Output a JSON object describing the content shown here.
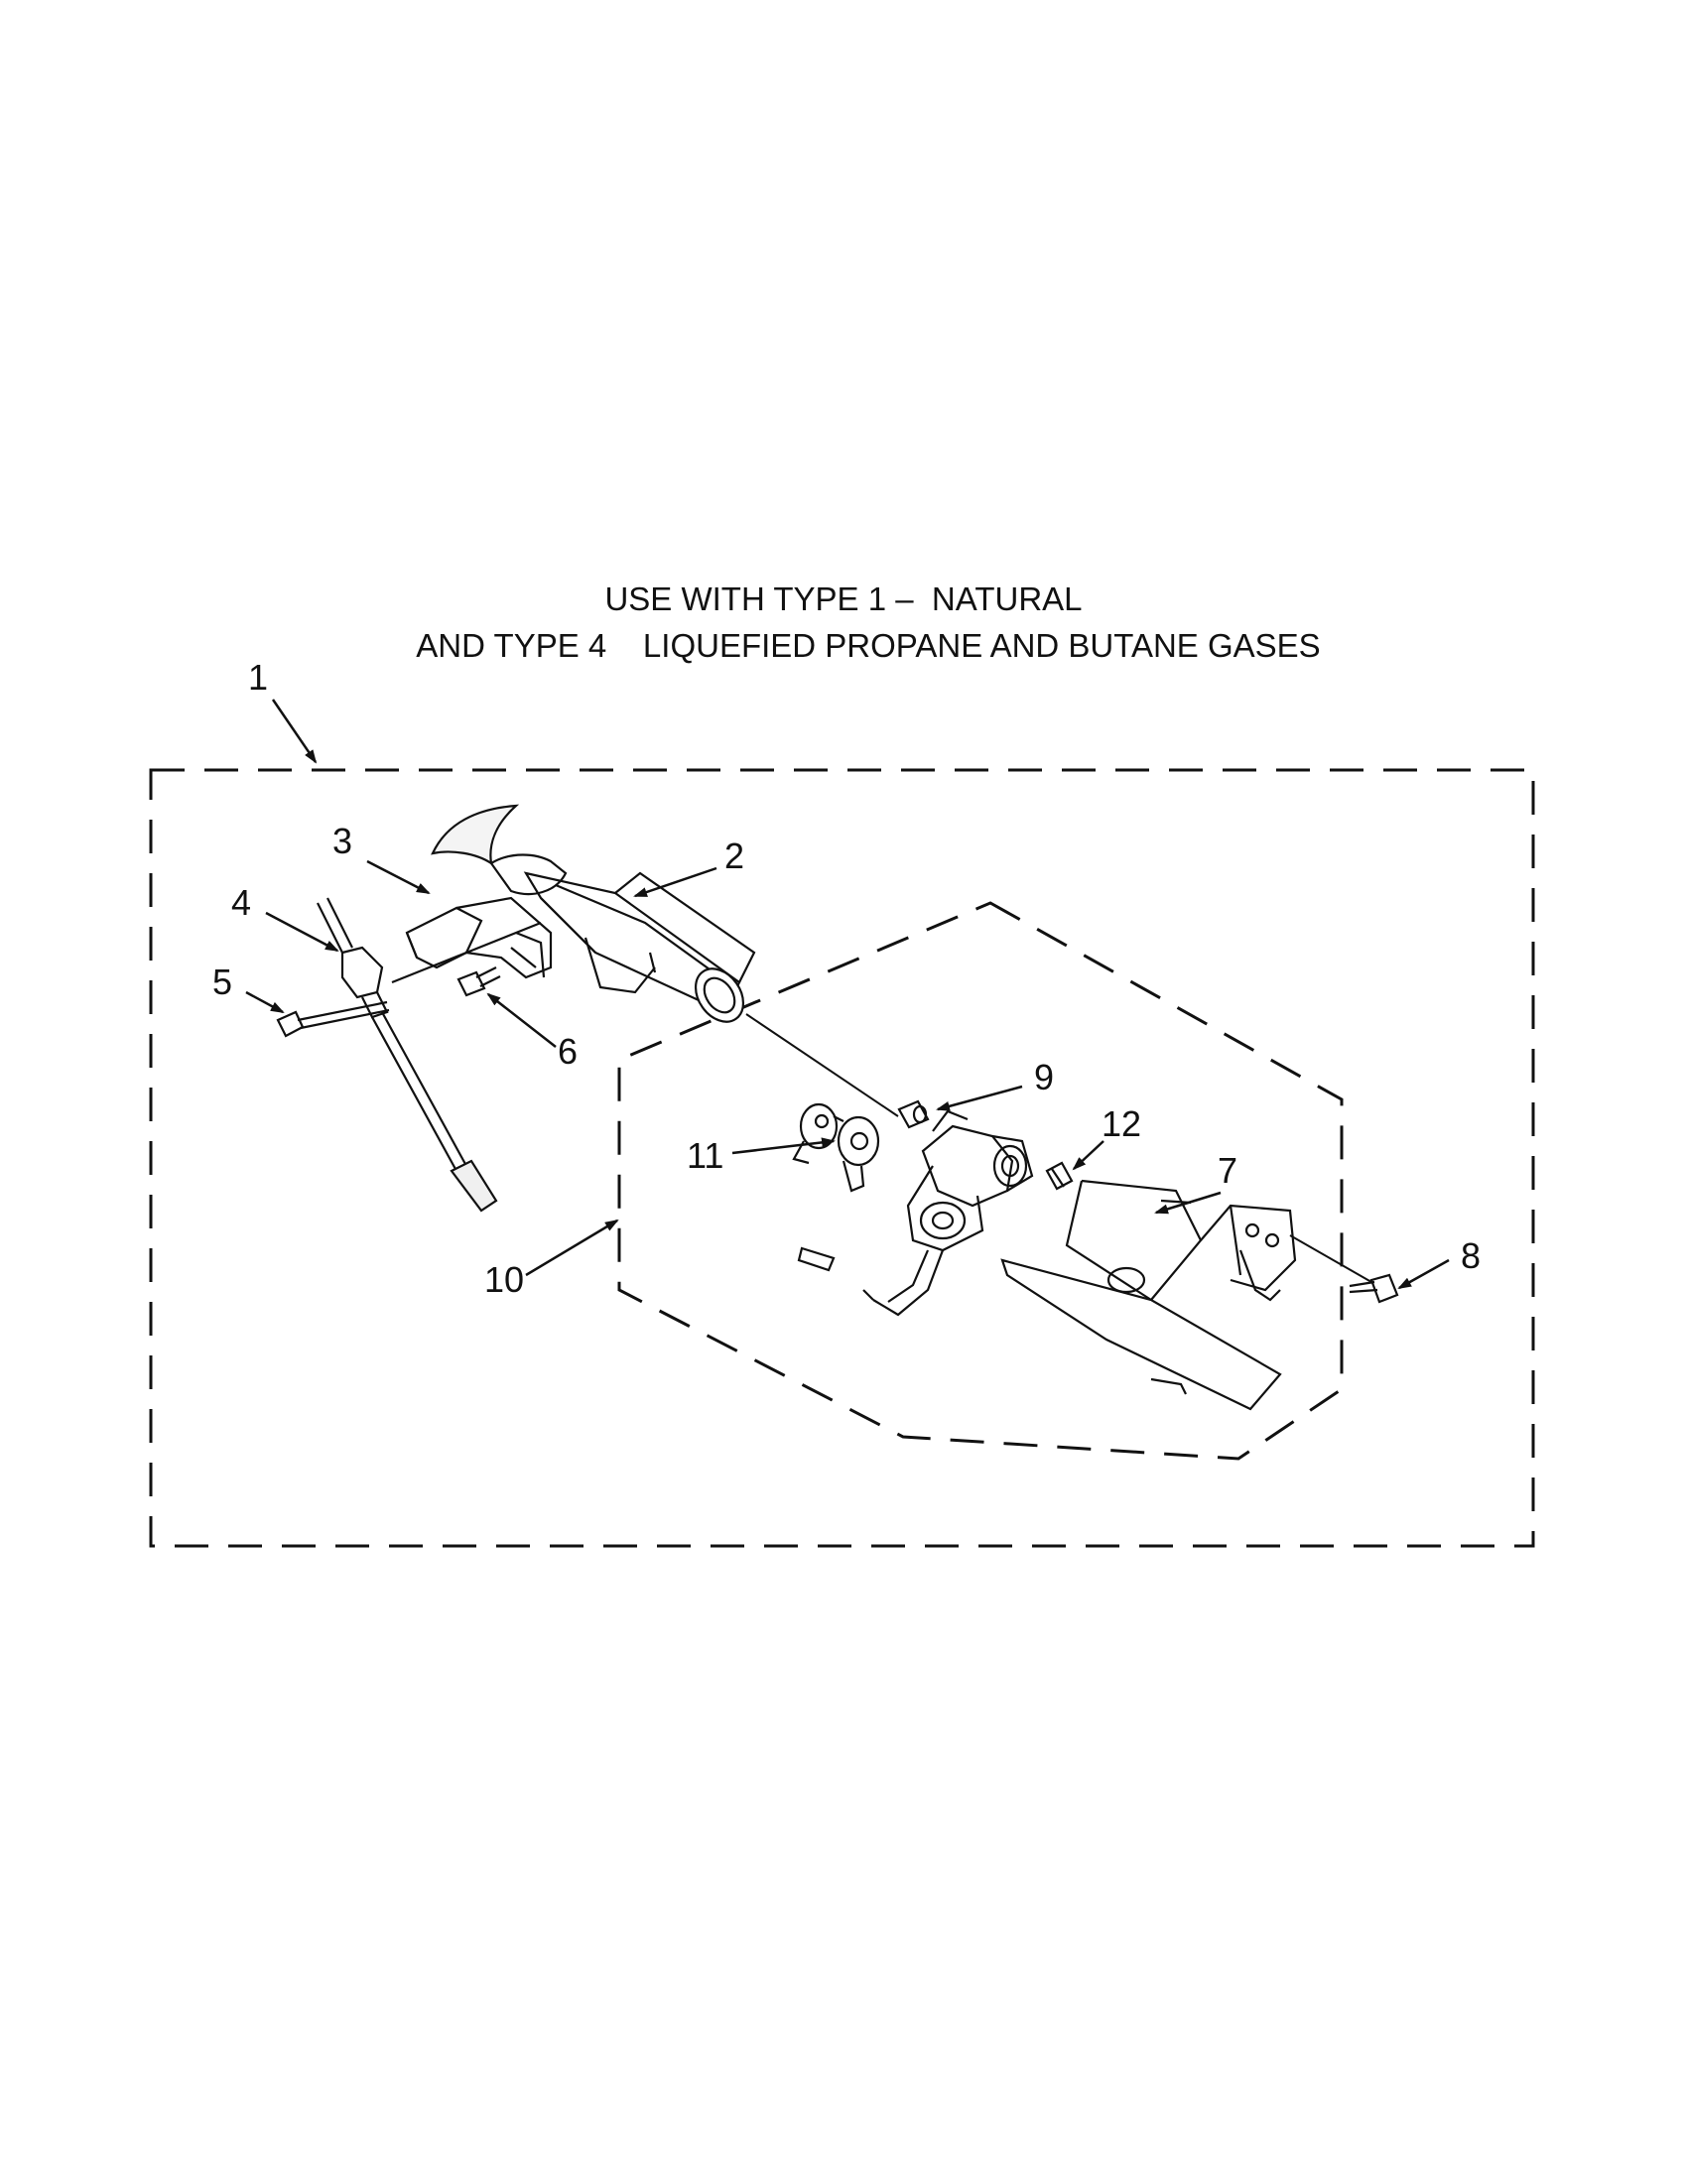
{
  "title": {
    "line1": "USE WITH TYPE 1 –  NATURAL",
    "line2": "AND TYPE 4    LIQUEFIED PROPANE AND BUTANE GASES"
  },
  "callouts": [
    "1",
    "2",
    "3",
    "4",
    "5",
    "6",
    "7",
    "8",
    "9",
    "10",
    "11",
    "12"
  ]
}
